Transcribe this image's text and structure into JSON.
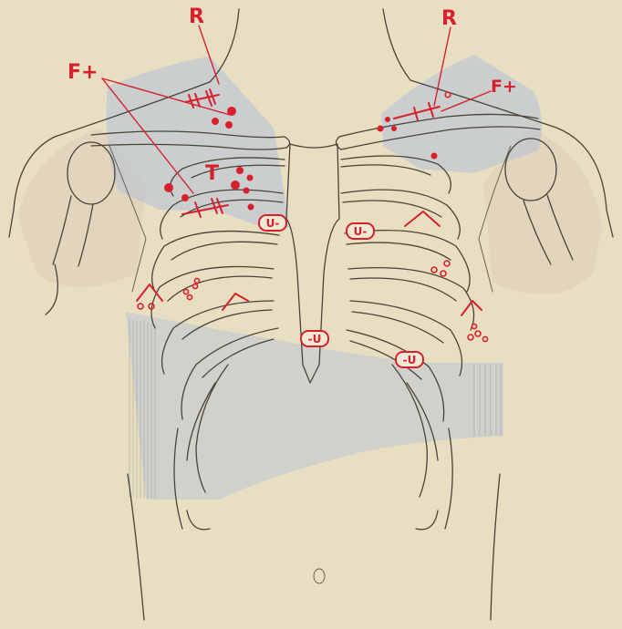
{
  "labels": {
    "r_left": "R",
    "r_right": "R",
    "f_plus_left": "F+",
    "f_plus_right": "F+",
    "t_mark": "T"
  },
  "tags": {
    "u_minus_left_upper": "U-",
    "u_minus_right_upper": "U-",
    "minus_u_center": "-U",
    "minus_u_right_lower": "-U"
  },
  "colors": {
    "paper": "#e8dfc2",
    "marks": "#d8202c",
    "shading": "#b8c4d6",
    "ink": "#4a4338"
  }
}
